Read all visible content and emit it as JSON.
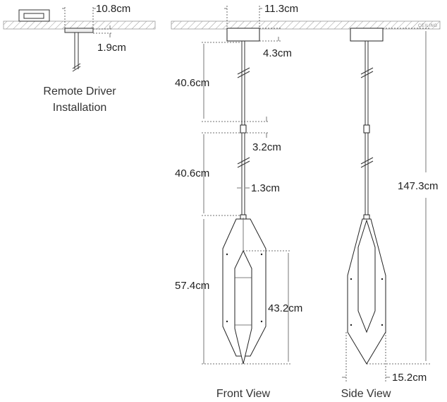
{
  "labels": {
    "driver_width": "10.8cm",
    "driver_depth": "1.9cm",
    "driver_caption_line1": "Remote Driver",
    "driver_caption_line2": "Installation",
    "canopy_width": "11.3cm",
    "canopy_height": "4.3cm",
    "stem_upper": "40.6cm",
    "coupler": "3.2cm",
    "stem_lower": "40.6cm",
    "stem_diameter": "1.3cm",
    "shade_height": "57.4cm",
    "inner_height": "43.2cm",
    "overall_height": "147.3cm",
    "shade_depth": "15.2cm",
    "ceiling": "CEILING",
    "front_view": "Front View",
    "side_view": "Side View"
  }
}
